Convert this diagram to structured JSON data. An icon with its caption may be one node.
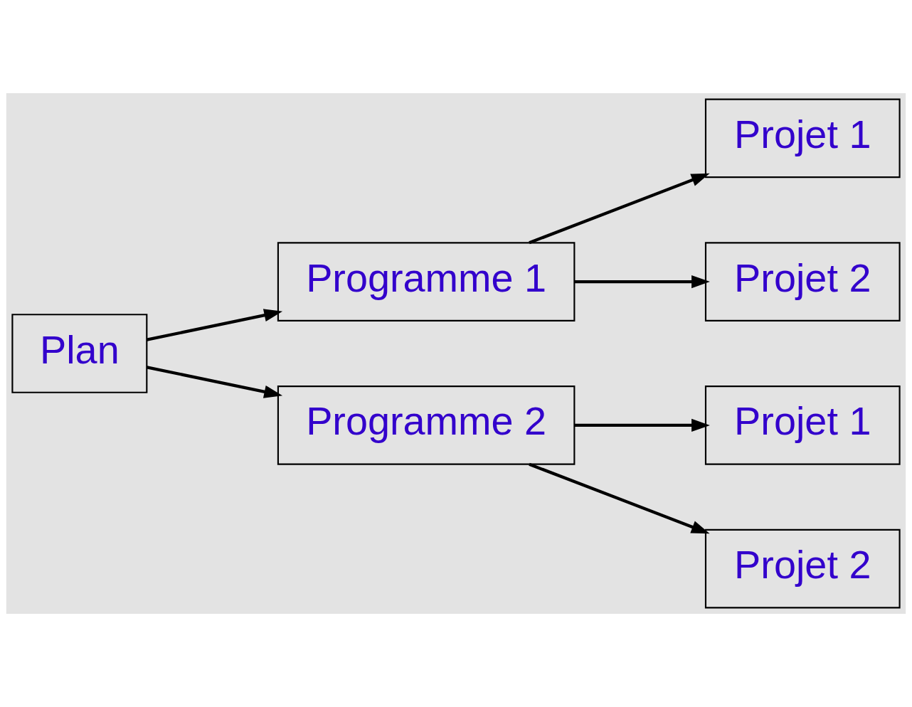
{
  "diagram": {
    "nodes": [
      {
        "text": [
          "Plan"
        ]
      },
      {
        "text": [
          "Programme 1"
        ]
      },
      {
        "text": [
          "Projet 1"
        ]
      },
      {
        "text": [
          "Projet 2"
        ]
      },
      {
        "text": [
          "Programme 2"
        ]
      },
      {
        "text": [
          "Projet 1"
        ]
      },
      {
        "text": [
          "Projet 2"
        ]
      }
    ],
    "edges": [
      {
        "from": 0,
        "to": 1,
        "arrow": "to"
      },
      {
        "from": 0,
        "to": 4,
        "arrow": "to"
      },
      {
        "from": 1,
        "to": 2,
        "arrow": "to"
      },
      {
        "from": 1,
        "to": 3,
        "arrow": "to"
      },
      {
        "from": 4,
        "to": 5,
        "arrow": "to"
      },
      {
        "from": 4,
        "to": 6,
        "arrow": "to"
      }
    ]
  }
}
